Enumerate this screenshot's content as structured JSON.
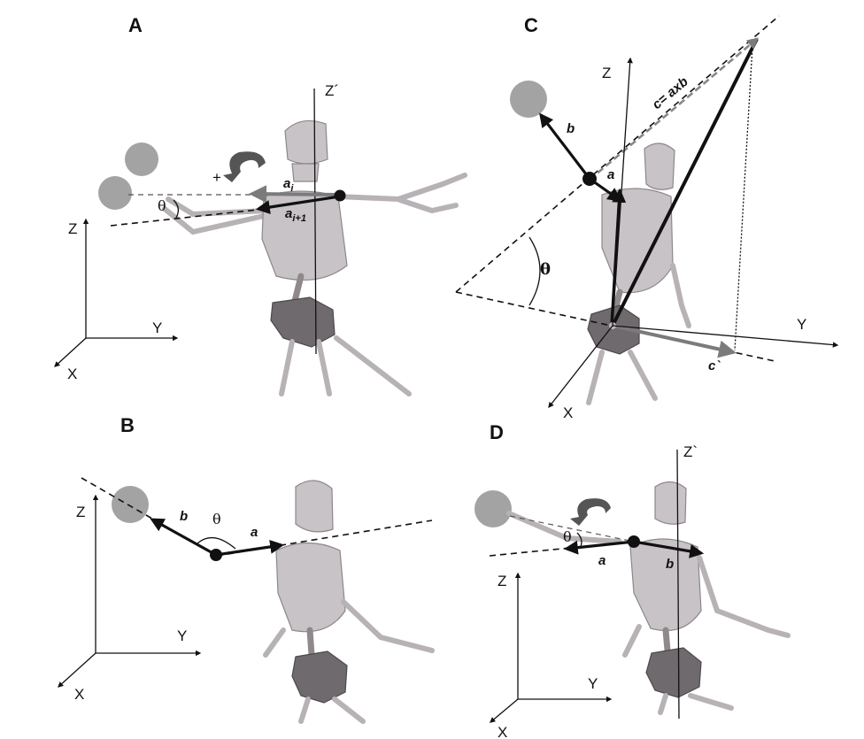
{
  "panels": {
    "a": {
      "letter": "A",
      "axis_z": "Z",
      "axis_y": "Y",
      "axis_x": "X",
      "rot_axis": "Z´",
      "plus": "+",
      "vec_ai": "a",
      "vec_ai_sub": "i",
      "vec_ai1": "a",
      "vec_ai1_sub": "i+1",
      "angle": "θ"
    },
    "b": {
      "letter": "B",
      "axis_z": "Z",
      "axis_y": "Y",
      "axis_x": "X",
      "vec_a": "a",
      "vec_b": "b",
      "angle": "θ"
    },
    "c": {
      "letter": "C",
      "axis_z": "Z",
      "axis_y": "Y",
      "axis_x": "X",
      "vec_a": "a",
      "vec_b": "b",
      "vec_c": "c= axb",
      "vec_cprime": "c`",
      "angle": "θ"
    },
    "d": {
      "letter": "D",
      "axis_z": "Z",
      "axis_y": "Y",
      "axis_x": "X",
      "rot_axis": "Z`",
      "vec_a": "a",
      "vec_b": "b",
      "angle": "θ"
    }
  },
  "colors": {
    "figure_light": "#c7c3c6",
    "figure_dark": "#6f6a6d",
    "ball": "#a3a3a3",
    "vector": "#111111",
    "vector_grey": "#7b7b7b"
  }
}
